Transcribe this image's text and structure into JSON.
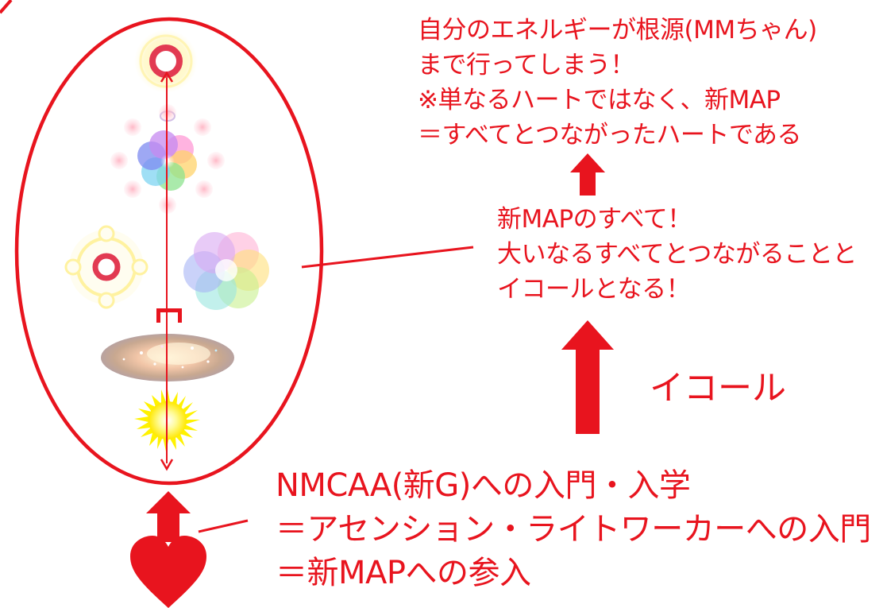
{
  "colors": {
    "accent": "#e8141e",
    "background": "#ffffff"
  },
  "top_text": {
    "lines": [
      "自分のエネルギーが根源(MMちゃん)",
      "まで行ってしまう！",
      "※単なるハートではなく、新MAP",
      "＝すべてとつながったハートである"
    ]
  },
  "middle_text": {
    "lines": [
      "新MAPのすべて！",
      "大いなるすべてとつながることと",
      "イコールとなる！"
    ]
  },
  "equal_label": "イコール",
  "bottom_text": {
    "lines": [
      "NMCAA(新G)への入門・入学",
      "＝アセンション・ライトワーカーへの入門",
      "＝新MAPへの参入"
    ]
  },
  "icons": [
    "red-ring-icon",
    "rainbow-flower-icon",
    "circle-of-circles-icon",
    "ring-mandala-icon",
    "rainbow-petal-icon",
    "bracket-icon",
    "galaxy-ellipse-icon",
    "sunburst-icon",
    "heart-icon"
  ]
}
